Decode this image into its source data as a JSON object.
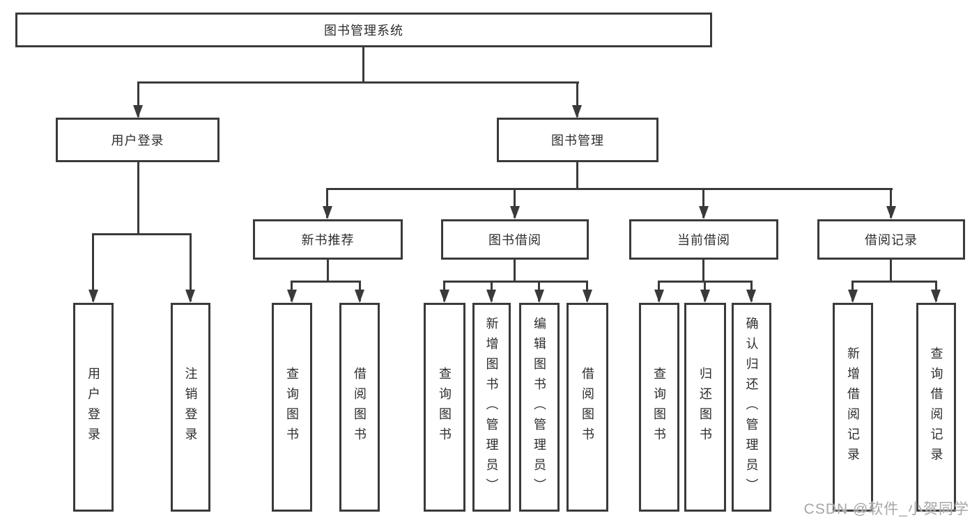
{
  "diagram": {
    "root": {
      "label": "图书管理系统"
    },
    "level2": [
      {
        "label": "用户登录"
      },
      {
        "label": "图书管理"
      }
    ],
    "level3": [
      {
        "label": "新书推荐"
      },
      {
        "label": "图书借阅"
      },
      {
        "label": "当前借阅"
      },
      {
        "label": "借阅记录"
      }
    ],
    "leaves": [
      {
        "label": "用户登录",
        "parent": "用户登录"
      },
      {
        "label": "注销登录",
        "parent": "用户登录"
      },
      {
        "label": "查询图书",
        "parent": "新书推荐"
      },
      {
        "label": "借阅图书",
        "parent": "新书推荐"
      },
      {
        "label": "查询图书",
        "parent": "图书借阅"
      },
      {
        "label": "新增图书（管理员）",
        "parent": "图书借阅"
      },
      {
        "label": "编辑图书（管理员）",
        "parent": "图书借阅"
      },
      {
        "label": "借阅图书",
        "parent": "图书借阅"
      },
      {
        "label": "查询图书",
        "parent": "当前借阅"
      },
      {
        "label": "归还图书",
        "parent": "当前借阅"
      },
      {
        "label": "确认归还（管理员）",
        "parent": "当前借阅"
      },
      {
        "label": "新增借阅记录",
        "parent": "借阅记录"
      },
      {
        "label": "查询借阅记录",
        "parent": "借阅记录"
      }
    ],
    "colors": {
      "line": "#3a3a3a",
      "text": "#2d2d2d",
      "background": "#ffffff",
      "watermark": "#a6a6a6"
    }
  },
  "watermark": {
    "text": "CSDN @软件_小贺同学"
  }
}
